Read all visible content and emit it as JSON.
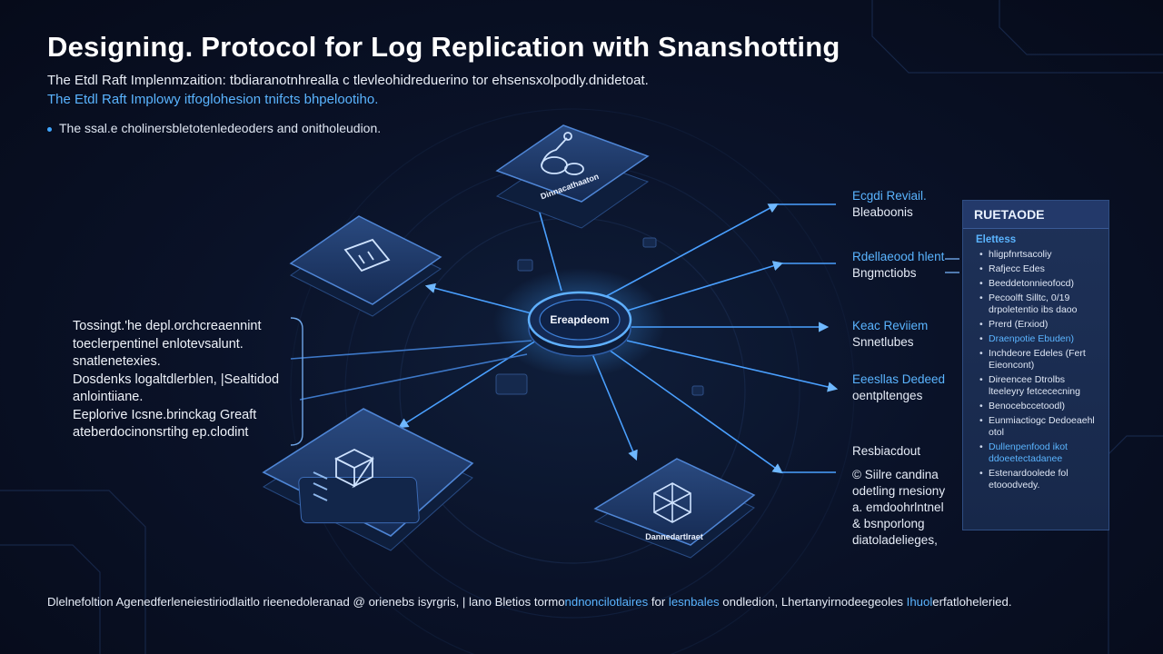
{
  "header": {
    "title": "Designing. Protocol for Log Replication with Snanshotting",
    "subtitle_line1": "The Etdl Raft Implenmzaition: tbdiaranotnhrealla c tlevleohidreduerino tor ehsensxolpodly.dnidetoat.",
    "subtitle_line2": "The Etdl Raft Implowy itfoglohesion tnifcts bhpelootiho.",
    "bullet": "The ssal.e cholinersbletotenledeoders and onitholeudion."
  },
  "diagram": {
    "hub_label": "Ereapdeom",
    "nodes": {
      "top": "Dinnacathaaton",
      "left_top": "",
      "left_bottom": "",
      "bottom_right": "Dannedartlraet"
    }
  },
  "left_notes": [
    "Tossingt.'he depl.orchcreaennint",
    "toeclerpentinel enlotevsalunt.",
    "snatlenetexies.",
    "Dosdenks logaltdlerblen, |Sealtidod",
    "anlointiiane.",
    "Eeplorive Icsne.brinckag Greaft",
    "ateberdocinonsrtihg ep.clodint"
  ],
  "right_labels": [
    {
      "line1": "Ecgdi Reviail.",
      "line2": "Bleaboonis"
    },
    {
      "line1": "Rdellaeood hlent",
      "line2": "Bngmctiobs"
    },
    {
      "line1": "Keac Reviiem",
      "line2": "Snnetlubes"
    },
    {
      "line1": "Eeesllas Dedeed",
      "line2": "oentpltenges"
    },
    {
      "line1": "Resbiacdout",
      "line2": ""
    }
  ],
  "right_notes": [
    "© Siilre candina",
    "odetling rnesiony",
    "a. emdoohrlntnel",
    "& bsnporlong",
    "diatoladelieges,"
  ],
  "panel": {
    "header": "RUETAODE",
    "subheader": "Elettess",
    "items": [
      {
        "text": "hligpfnrtsacoliy",
        "accent": false
      },
      {
        "text": "Rafjecc Edes",
        "accent": false
      },
      {
        "text": "Beeddetonnieofocd)",
        "accent": false
      },
      {
        "text": "Pecoolft Silltc, 0/19 drpoletentio ibs daoo",
        "accent": false
      },
      {
        "text": "Prerd (Erxiod)",
        "accent": false
      },
      {
        "text": "Draenpotie Ebuden)",
        "accent": true
      },
      {
        "text": "Inchdeore Edeles (Fert Eieoncont)",
        "accent": false
      },
      {
        "text": "Direencee Dtrolbs lteeleyry fetcececning",
        "accent": false
      },
      {
        "text": "Benocebccetoodl)",
        "accent": false
      },
      {
        "text": "Eunmiactiogc Dedoeaehl otol",
        "accent": false
      },
      {
        "text": "Dullenpenfood ikot ddoeetectadanee",
        "accent": true
      },
      {
        "text": "Estenardoolede fol etooodvedy.",
        "accent": false
      }
    ]
  },
  "footer": {
    "part1": "Dlelnefoltion Agenedferleneiestiriodlaitlo rieenedoleranad @ orienebs isyrgris, | lano Bletios tormo",
    "part2": "ndnoncilotlaires",
    "part3": " for ",
    "part4": "lesnbales",
    "part5": " ondledion, Lhertanyirnodeegeoles ",
    "part6": "Ihuol",
    "part7": "erfatloheleried."
  },
  "colors": {
    "accent": "#5ab4ff",
    "background": "#0a1228",
    "card": "#1a3360",
    "edge": "#4aa0ff"
  },
  "icons": {
    "top_card": "database-icon",
    "left_top_card": "document-icon",
    "left_bottom_card": "server-box-icon",
    "bottom_right_card": "polyhedron-icon"
  }
}
